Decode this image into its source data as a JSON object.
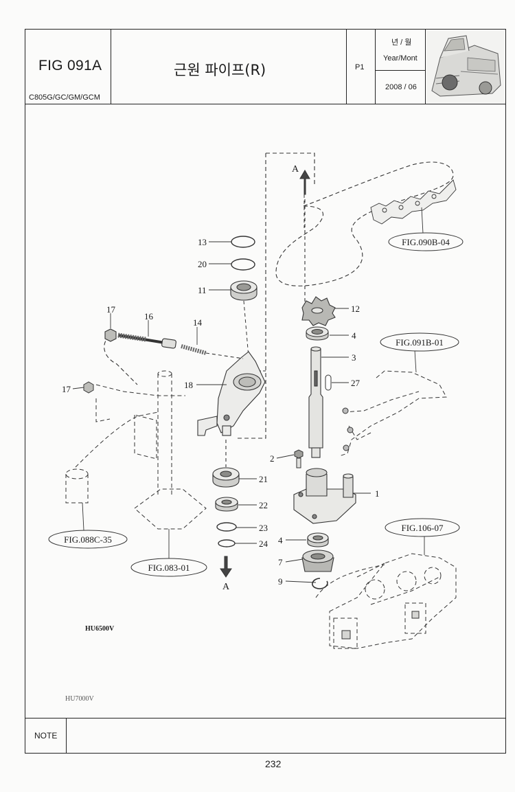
{
  "header": {
    "fig_number": "FIG 091A",
    "models": "C805G/GC/GM/GCM",
    "title": "근원 파이프(R)",
    "page_code": "P1",
    "date_label_kr": "년 / 월",
    "date_label_en": "Year/Mont",
    "date_value": "2008 / 06"
  },
  "diagram": {
    "callouts": [
      "13",
      "20",
      "11",
      "17",
      "16",
      "14",
      "18",
      "17",
      "12",
      "4",
      "3",
      "27",
      "2",
      "21",
      "22",
      "23",
      "24",
      "1",
      "4",
      "7",
      "9"
    ],
    "references": [
      "FIG.090B-04",
      "FIG.091B-01",
      "FIG.088C-35",
      "FIG.083-01",
      "FIG.106-07"
    ],
    "arrow_labels": [
      "A",
      "A"
    ],
    "model_codes": [
      "HU6500V",
      "HU7000V"
    ]
  },
  "footer": {
    "note_label": "NOTE",
    "page_number": "232"
  }
}
